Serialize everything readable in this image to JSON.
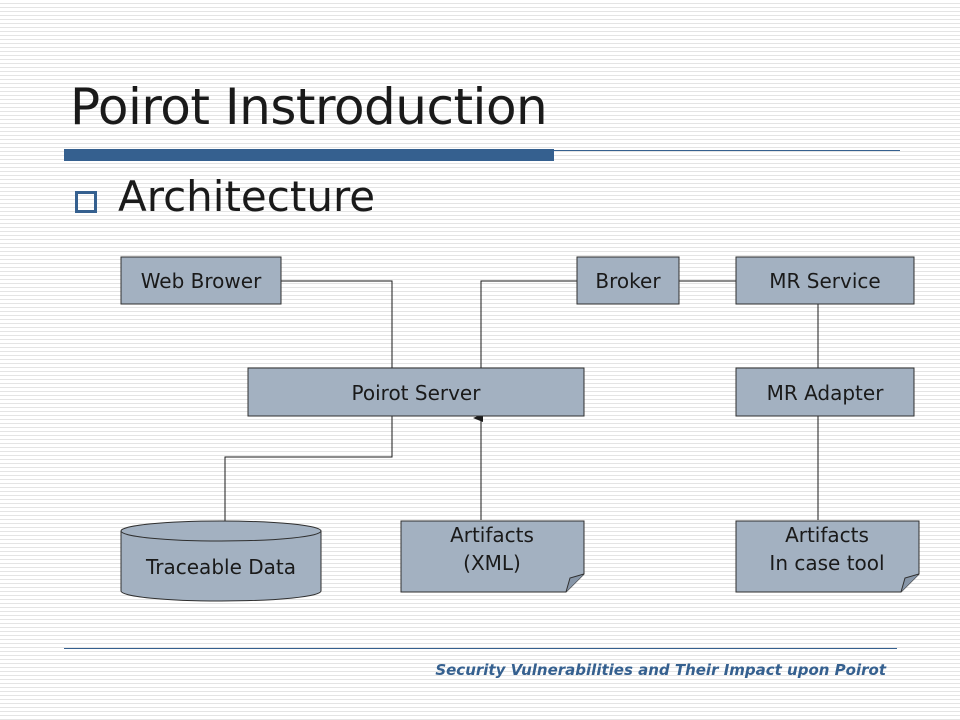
{
  "slide": {
    "title": "Poirot Instroduction",
    "bullet": "Architecture",
    "footer": "Security Vulnerabilities and Their Impact upon Poirot"
  },
  "diagram": {
    "nodes": {
      "web_browser": "Web Brower",
      "broker": "Broker",
      "mr_service": "MR Service",
      "poirot_server": "Poirot Server",
      "mr_adapter": "MR Adapter",
      "traceable_data": "Traceable Data",
      "artifacts_xml_line1": "Artifacts",
      "artifacts_xml_line2": "(XML)",
      "artifacts_case_line1": "Artifacts",
      "artifacts_case_line2": "In case tool"
    },
    "colors": {
      "node_fill": "#a3b1c1",
      "node_stroke": "#2f2f2f",
      "accent": "#35608f"
    }
  }
}
